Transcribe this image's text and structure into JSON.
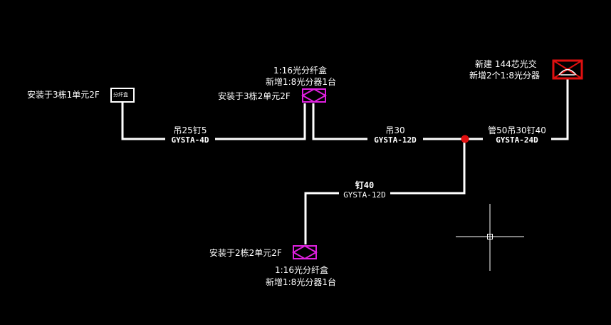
{
  "colors": {
    "background": "#000000",
    "cable": "#ffffff",
    "fiber_box": "#e020e0",
    "optical_switch": "#e01010",
    "junction": "#e01010"
  },
  "nodes": {
    "box_3_1": {
      "mount_label": "安装于3栋1单元2F",
      "box_label": "分纤盒"
    },
    "box_3_2": {
      "spec_label": "1:16光分纤盒",
      "splitter_label": "新增1:8光分器1台",
      "mount_label": "安装于3栋2单元2F"
    },
    "switch_144": {
      "name_label": "新建 144芯光交",
      "splitter_label": "新增2个1:8光分器"
    },
    "box_2_2": {
      "mount_label": "安装于2栋2单元2F",
      "spec_label": "1:16光分纤盒",
      "splitter_label": "新增1:8光分器1台"
    }
  },
  "cables": {
    "seg_3_1": {
      "install": "吊25钉5",
      "model": "GYSTA-4D"
    },
    "seg_3_2": {
      "install": "吊30",
      "model": "GYSTA-12D"
    },
    "seg_switch": {
      "install": "管50吊30钉40",
      "model": "GYSTA-24D"
    },
    "seg_2_2": {
      "install": "钉40",
      "model": "GYSTA-12D"
    }
  }
}
